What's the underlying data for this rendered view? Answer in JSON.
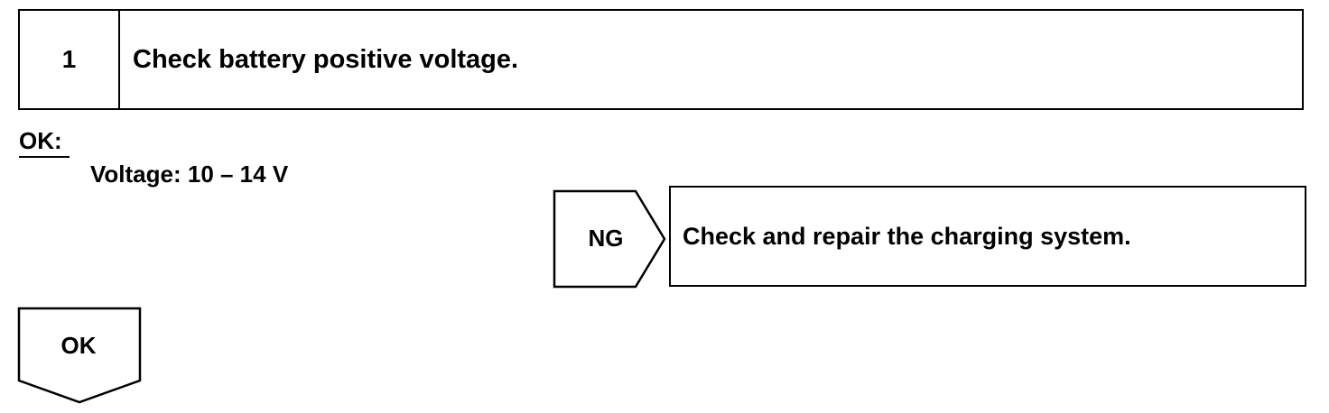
{
  "step": {
    "number": "1",
    "title": "Check battery positive voltage."
  },
  "criteria": {
    "label": "OK:",
    "spec": "Voltage: 10 – 14 V"
  },
  "ng_branch": {
    "label": "NG",
    "action": "Check and repair the charging system."
  },
  "ok_branch": {
    "label": "OK"
  }
}
